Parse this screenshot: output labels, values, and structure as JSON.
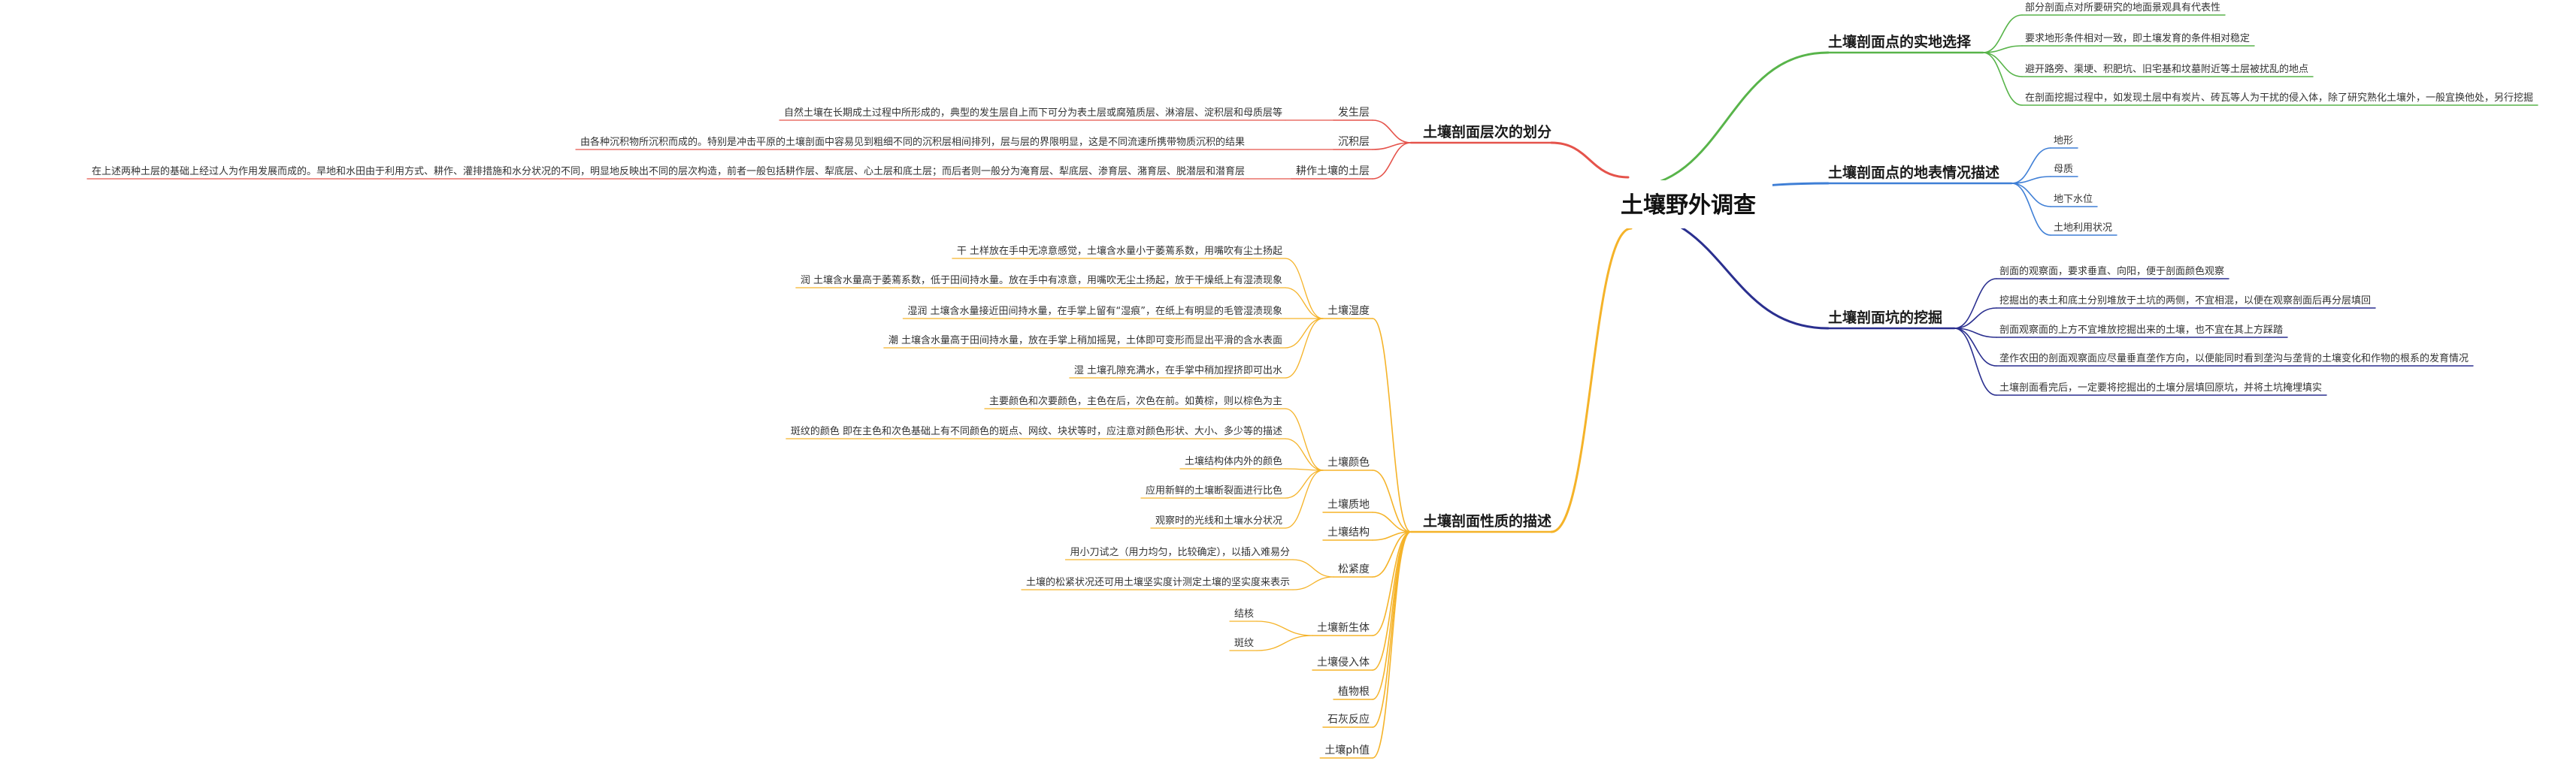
{
  "root": "土壤野外调查",
  "branches": [
    {
      "title": "土壤剖面点的实地选择",
      "color": "#58b44a",
      "items": [
        {
          "label": "部分剖面点对所要研究的地面景观具有代表性"
        },
        {
          "label": "要求地形条件相对一致，即土壤发育的条件相对稳定"
        },
        {
          "label": "避开路旁、渠埂、积肥坑、旧宅基和坟墓附近等土层被扰乱的地点"
        },
        {
          "label": "在剖面挖掘过程中，如发现土层中有炭片、砖瓦等人为干扰的侵入体，除了研究熟化土壤外，一般宜换他处，另行挖掘"
        }
      ]
    },
    {
      "title": "土壤剖面点的地表情况描述",
      "color": "#3f7fd6",
      "items": [
        {
          "label": "地形"
        },
        {
          "label": "母质"
        },
        {
          "label": "地下水位"
        },
        {
          "label": "土地利用状况"
        }
      ]
    },
    {
      "title": "土壤剖面坑的挖掘",
      "color": "#2a2f8f",
      "items": [
        {
          "label": "剖面的观察面，要求垂直、向阳，便于剖面颜色观察"
        },
        {
          "label": "挖掘出的表土和底土分别堆放于土坑的两侧，不宜相混，以便在观察剖面后再分层填回"
        },
        {
          "label": "剖面观察面的上方不宜堆放挖掘出来的土壤，也不宜在其上方踩踏"
        },
        {
          "label": "垄作农田的剖面观察面应尽量垂直垄作方向，以便能同时看到垄沟与垄背的土壤变化和作物的根系的发育情况"
        },
        {
          "label": "土壤剖面看完后，一定要将挖掘出的土壤分层填回原坑，并将土坑掩埋填实"
        }
      ]
    },
    {
      "title": "土壤剖面层次的划分",
      "color": "#e5534b",
      "items": [
        {
          "label": "发生层",
          "children": [
            "自然土壤在长期成土过程中所形成的，典型的发生层自上而下可分为表土层或腐殖质层、淋溶层、淀积层和母质层等"
          ]
        },
        {
          "label": "沉积层",
          "children": [
            "由各种沉积物所沉积而成的。特别是冲击平原的土壤剖面中容易见到粗细不同的沉积层相间排列，层与层的界限明显，这是不同流速所携带物质沉积的结果"
          ]
        },
        {
          "label": "耕作土壤的土层",
          "children": [
            "在上述两种土层的基础上经过人为作用发展而成的。旱地和水田由于利用方式、耕作、灌排措施和水分状况的不同，明显地反映出不同的层次构造，前者一般包括耕作层、犁底层、心土层和底土层；而后者则一般分为淹育层、犁底层、渗育层、潴育层、脱潜层和潜育层"
          ]
        }
      ]
    },
    {
      "title": "土壤剖面性质的描述",
      "color": "#f5b329",
      "items": [
        {
          "label": "土壤湿度",
          "children": [
            "干  土样放在手中无凉意感觉，土壤含水量小于萎蔫系数，用嘴吹有尘土扬起",
            "润  土壤含水量高于萎蔫系数，低于田间持水量。放在手中有凉意，用嘴吹无尘土扬起，放于干燥纸上有湿渍现象",
            "湿润  土壤含水量接近田间持水量，在手掌上留有“湿痕”，在纸上有明显的毛管湿渍现象",
            "潮  土壤含水量高于田间持水量，放在手掌上稍加摇晃，土体即可变形而显出平滑的含水表面",
            "湿  土壤孔隙充满水，在手掌中稍加捏挤即可出水"
          ]
        },
        {
          "label": "土壤颜色",
          "children": [
            "主要颜色和次要颜色，主色在后，次色在前。如黄棕，则以棕色为主",
            "斑纹的颜色  即在主色和次色基础上有不同颜色的斑点、网纹、块状等时，应注意对颜色形状、大小、多少等的描述",
            "土壤结构体内外的颜色",
            "应用新鲜的土壤断裂面进行比色",
            "观察时的光线和土壤水分状况"
          ]
        },
        {
          "label": "土壤质地"
        },
        {
          "label": "土壤结构"
        },
        {
          "label": "松紧度",
          "children": [
            "用小刀试之（用力均匀，比较确定），以插入难易分",
            "土壤的松紧状况还可用土壤坚实度计测定土壤的坚实度来表示"
          ]
        },
        {
          "label": "土壤新生体",
          "children": [
            "结核",
            "斑纹"
          ]
        },
        {
          "label": "土壤侵入体"
        },
        {
          "label": "植物根"
        },
        {
          "label": "石灰反应"
        },
        {
          "label": "土壤ph值"
        }
      ]
    }
  ]
}
